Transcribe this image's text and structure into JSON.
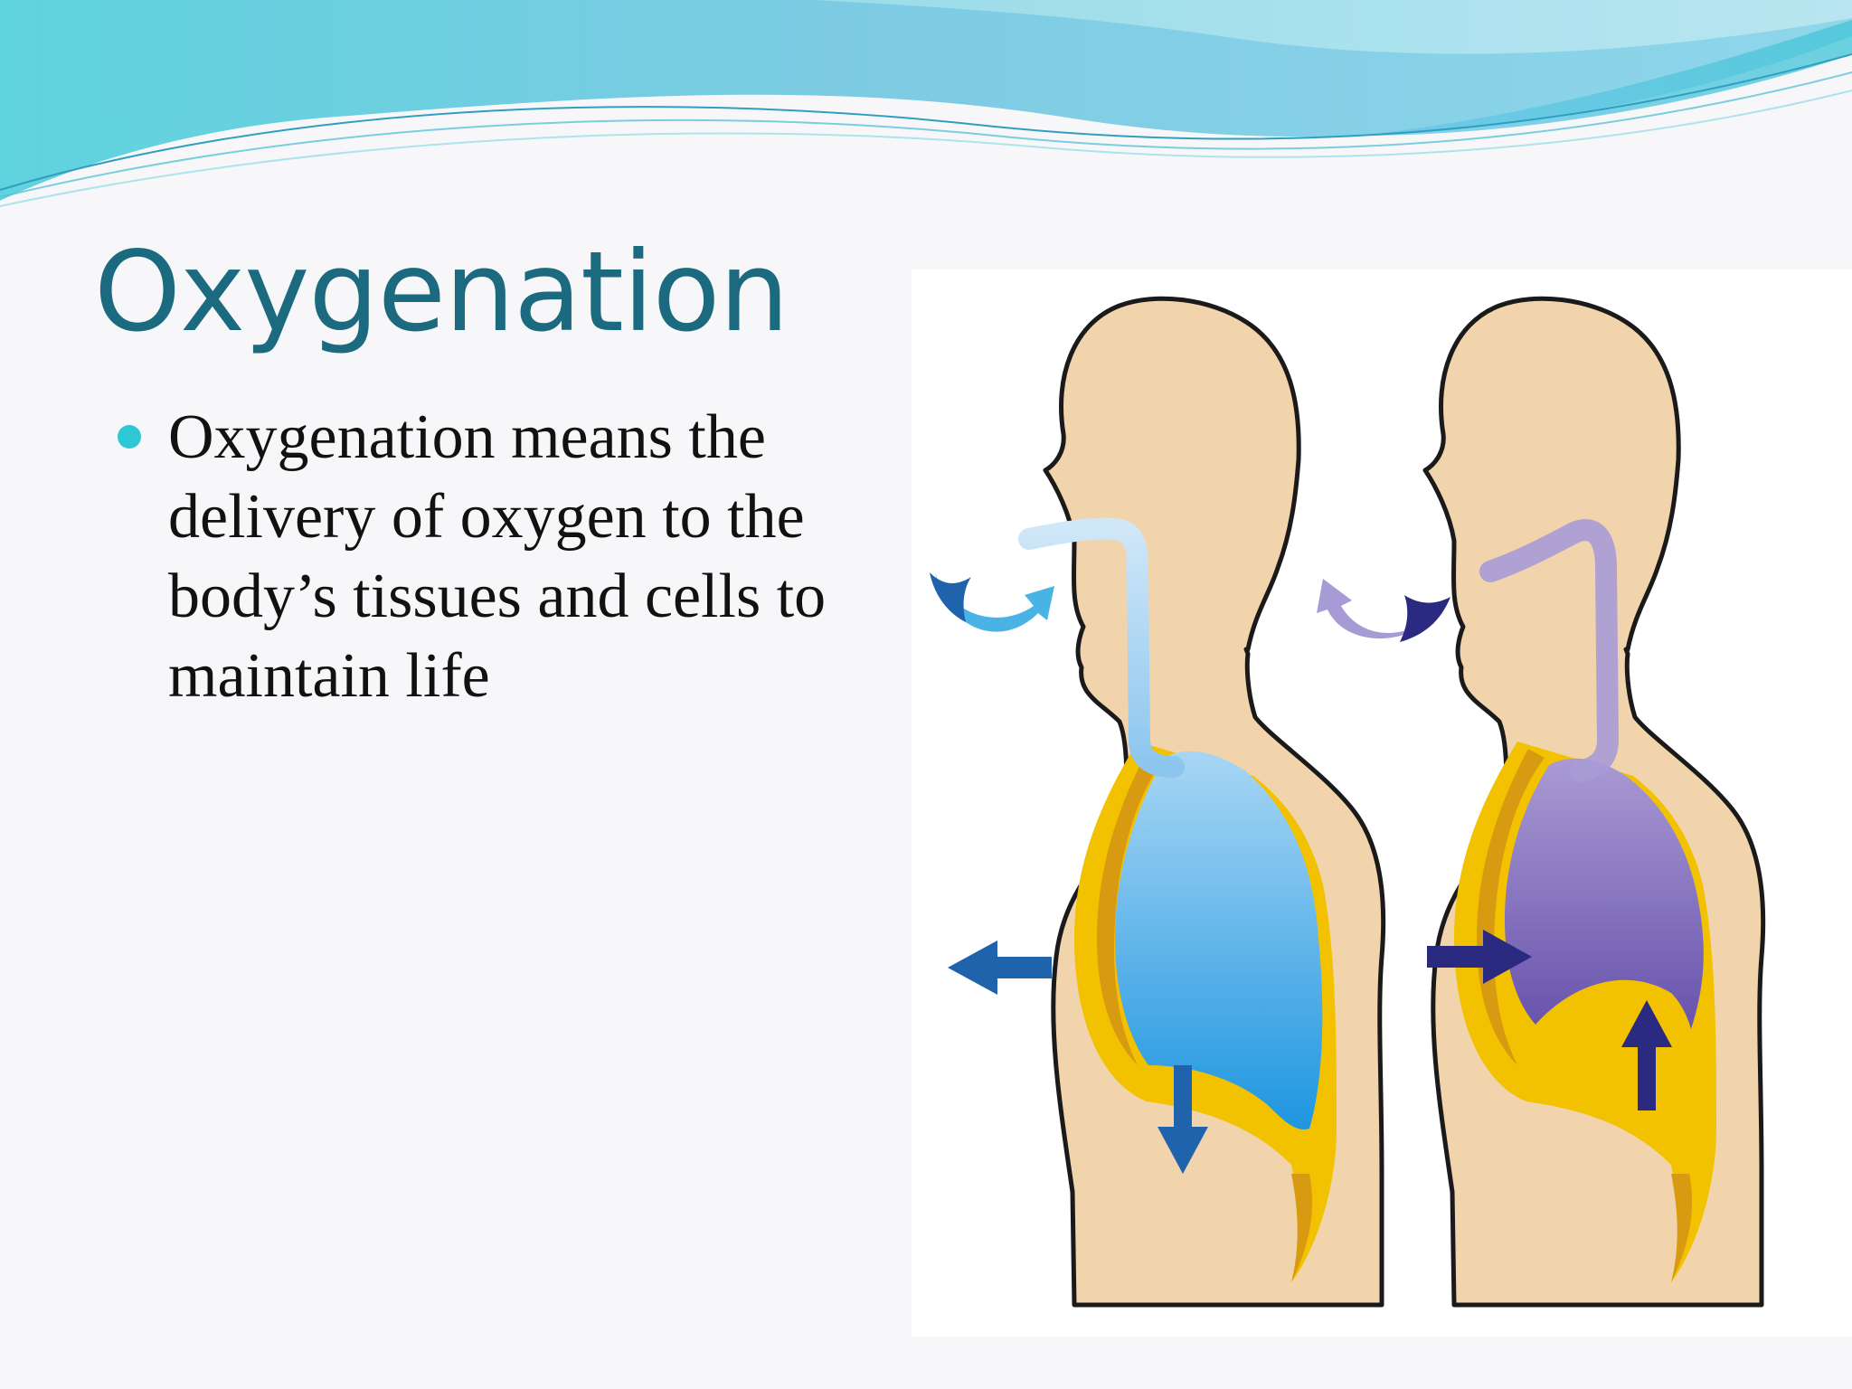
{
  "slide": {
    "title": "Oxygenation",
    "bullets": [
      "Oxygenation means the delivery of oxygen to the body’s tissues and cells to maintain life"
    ]
  },
  "colors": {
    "title": "#1b6a80",
    "bullet": "#2ec7d6",
    "skin": "#f1d3ac",
    "outline": "#1a1a1a",
    "pleura": "#f2c200",
    "rib": "#d89a10",
    "inhale_lung": "#4aa6e2",
    "exhale_lung": "#7a68b6",
    "inhale_arrow": "#1f63ad",
    "exhale_arrow": "#2a2a80"
  },
  "illustration": {
    "icon": "breathing-inhale-exhale-diagram"
  }
}
